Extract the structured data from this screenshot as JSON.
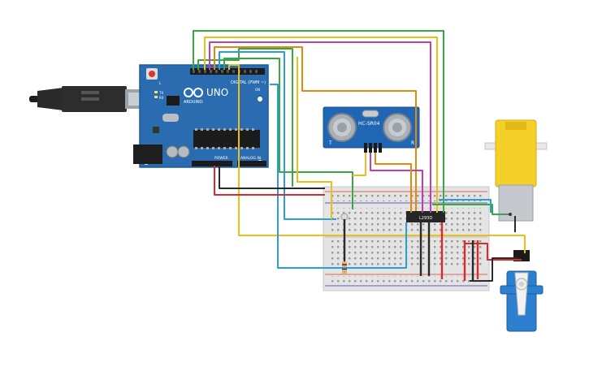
{
  "arduino": {
    "brand_label": "UNO",
    "logo_label": "ARDUINO",
    "digital_label": "DIGITAL (PWM ~)",
    "power_label": "POWER",
    "analog_label": "ANALOG IN",
    "tx_label": "TX",
    "rx_label": "RX",
    "l_label": "L",
    "on_label": "ON"
  },
  "sensor": {
    "model_label": "HC-SR04",
    "t_label": "T",
    "r_label": "R"
  },
  "driver_ic": {
    "label": "L293D"
  },
  "colors": {
    "board": "#2b6cb0",
    "breadboard": "#e4e4e4",
    "motor": "#f5d02a",
    "servo": "#2d7fd0",
    "wire_green": "#3aa840",
    "wire_orange": "#e5860d",
    "wire_magenta": "#c23dae",
    "wire_yellow": "#e8c016",
    "wire_blue": "#2a9fd6",
    "wire_red": "#d92b2b",
    "wire_black": "#2a2a2a"
  }
}
